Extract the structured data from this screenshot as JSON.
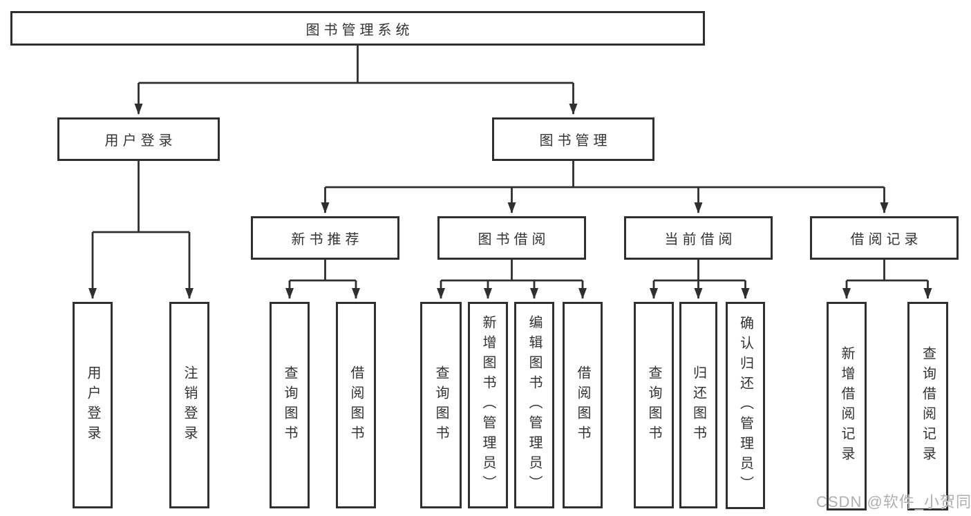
{
  "diagram": {
    "root": {
      "label": "图书管理系统"
    },
    "branches": [
      {
        "label": "用户登录",
        "children": [
          {
            "label": "用户登录"
          },
          {
            "label": "注销登录"
          }
        ]
      },
      {
        "label": "图书管理",
        "children": [
          {
            "label": "新书推荐",
            "children": [
              {
                "label": "查询图书"
              },
              {
                "label": "借阅图书"
              }
            ]
          },
          {
            "label": "图书借阅",
            "children": [
              {
                "label": "查询图书"
              },
              {
                "label": "新增图书（管理员）"
              },
              {
                "label": "编辑图书（管理员）"
              },
              {
                "label": "借阅图书"
              }
            ]
          },
          {
            "label": "当前借阅",
            "children": [
              {
                "label": "查询图书"
              },
              {
                "label": "归还图书"
              },
              {
                "label": "确认归还（管理员）"
              }
            ]
          },
          {
            "label": "借阅记录",
            "children": [
              {
                "label": "新增借阅记录"
              },
              {
                "label": "查询借阅记录"
              }
            ]
          }
        ]
      }
    ]
  },
  "watermark": {
    "text": "CSDN @软件_小贺同学"
  },
  "colors": {
    "line": "#2f2f2f",
    "text": "#333333",
    "box_background": "#ffffff",
    "watermark": "#b0b0b0"
  }
}
